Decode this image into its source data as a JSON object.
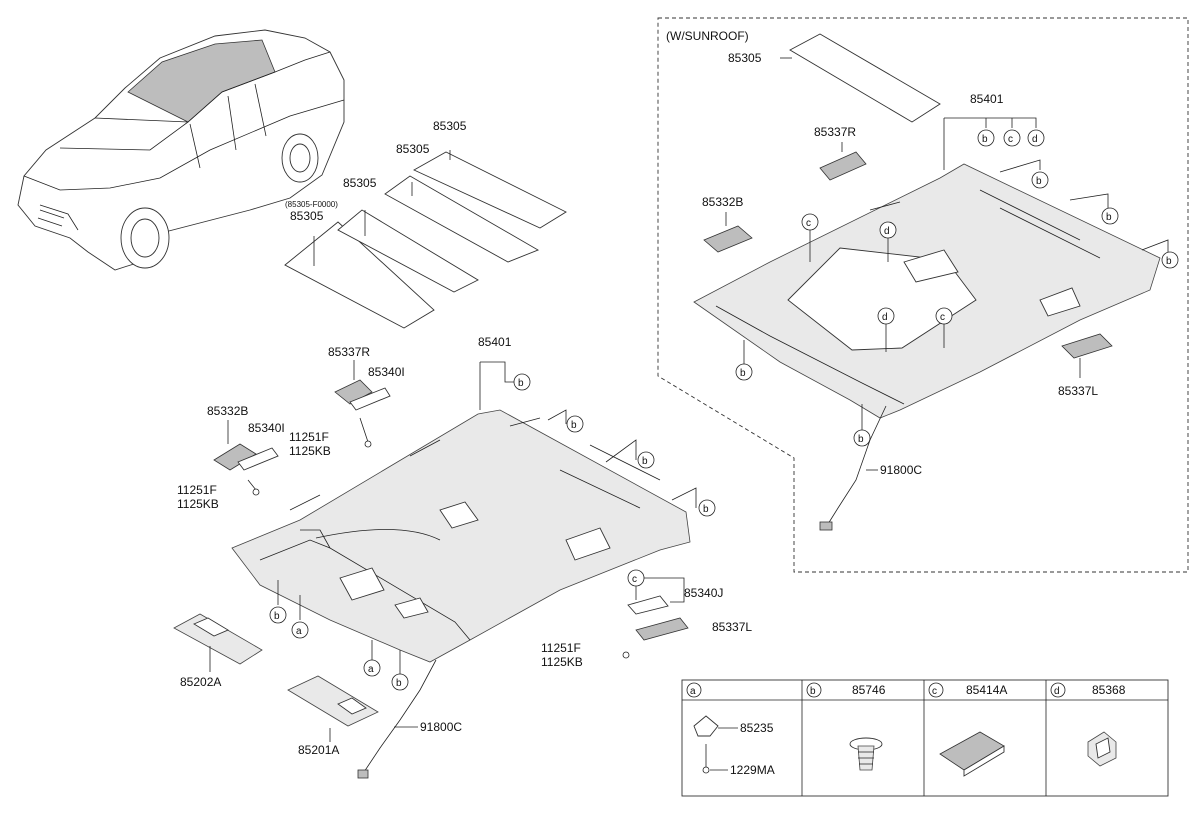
{
  "sunroof_box": {
    "title": "(W/SUNROOF)"
  },
  "sunroof_parts": {
    "p85305": "85305",
    "p85401": "85401",
    "p85337R": "85337R",
    "p85332B": "85332B",
    "p85337L": "85337L",
    "p91800C": "91800C"
  },
  "main_parts": {
    "p85305_1": "85305",
    "p85305_2": "85305",
    "p85305_3": "85305",
    "p85305_4": "85305",
    "p85305_code": "(85305-F0000)",
    "p85401": "85401",
    "p85337R": "85337R",
    "p85340I_1": "85340I",
    "p85332B": "85332B",
    "p85340I_2": "85340I",
    "p11251F_1": "11251F",
    "p1125KB_1": "1125KB",
    "p11251F_2": "11251F",
    "p1125KB_2": "1125KB",
    "p85340J": "85340J",
    "p85337L": "85337L",
    "p11251F_3": "11251F",
    "p1125KB_3": "1125KB",
    "p85202A": "85202A",
    "p85201A": "85201A",
    "p91800C": "91800C"
  },
  "callout_letters": {
    "a": "a",
    "b": "b",
    "c": "c",
    "d": "d"
  },
  "legend": {
    "a_parts": [
      "85235",
      "1229MA"
    ],
    "b_part": "85746",
    "c_part": "85414A",
    "d_part": "85368"
  }
}
